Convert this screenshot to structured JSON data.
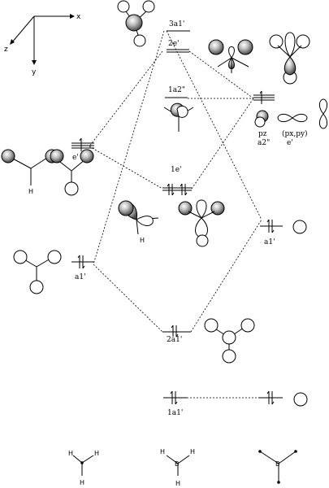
{
  "axes": {
    "x": "x",
    "y": "y",
    "z": "z"
  },
  "levels": {
    "a3": "3a1'",
    "e2": "2e'",
    "a2pp": "1a2\"",
    "e1": "1e'",
    "a2": "2a1'",
    "a1": "1a1'"
  },
  "left": {
    "e": "e'",
    "a": "a1'",
    "h_atom": "H"
  },
  "right": {
    "pz": "pz",
    "pz_sym": "a2\"",
    "pxpy": "(px,py)",
    "pxpy_sym": "e'",
    "a1": "a1'"
  },
  "mo_labels": {
    "h_atom": "H"
  },
  "molecules": {
    "h": "H",
    "b": "B"
  }
}
